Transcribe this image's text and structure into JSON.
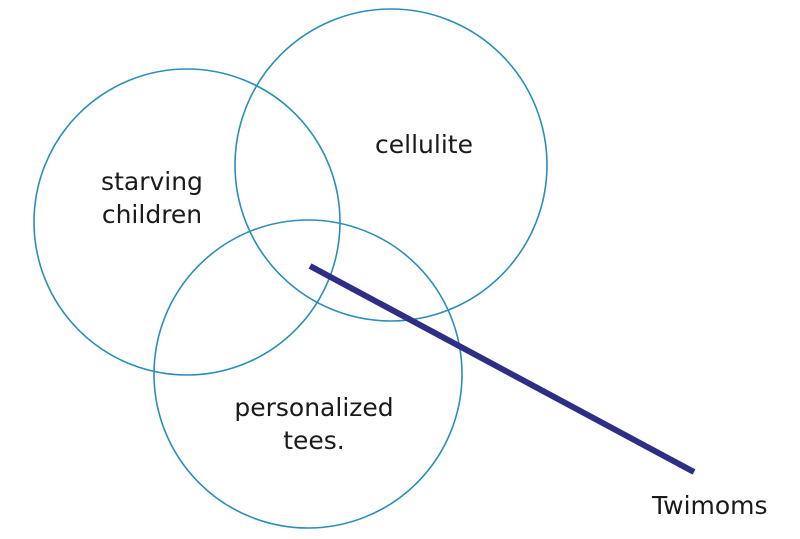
{
  "colors": {
    "circle_stroke": "#2a8fb8",
    "pointer_line": "#2e2e86",
    "text": "#1a1a1a",
    "background": "#ffffff"
  },
  "circles": [
    {
      "id": "starving-children",
      "lines": [
        "starving",
        "children"
      ]
    },
    {
      "id": "cellulite",
      "lines": [
        "cellulite"
      ]
    },
    {
      "id": "personalized-tees",
      "lines": [
        "personalized",
        "tees."
      ]
    }
  ],
  "pointer": {
    "label": "Twimoms"
  }
}
